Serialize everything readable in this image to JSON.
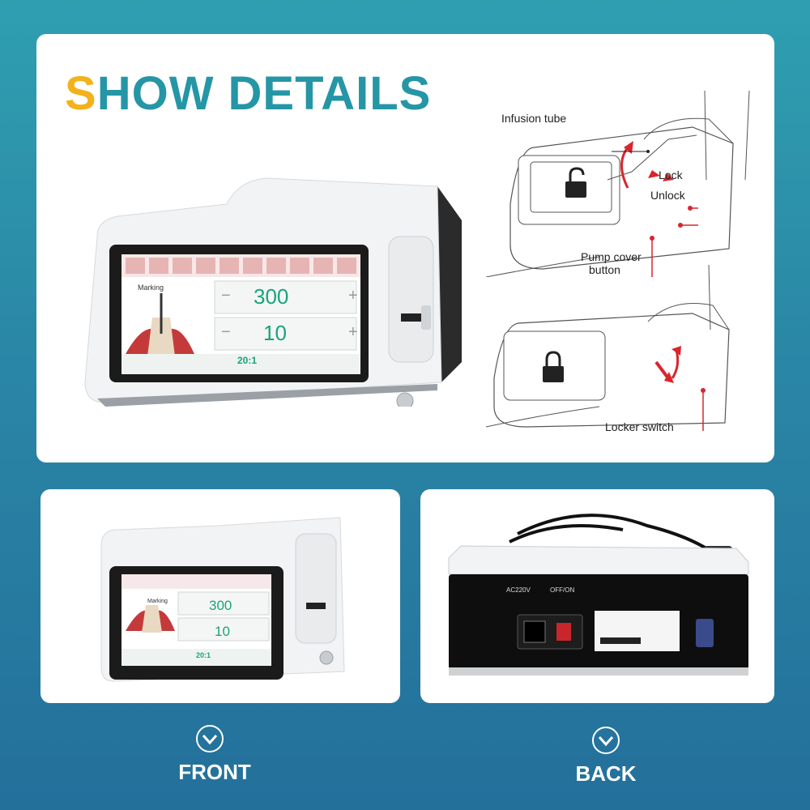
{
  "headline": {
    "first_letter": "S",
    "rest": "HOW DETAILS"
  },
  "diagram": {
    "infusion_tube": "Infusion tube",
    "lock": "Lock",
    "unlock": "Unlock",
    "pump_cover_line1": "Pump cover",
    "pump_cover_line2": "button",
    "locker_switch": "Locker switch"
  },
  "device_screen": {
    "marking": "Marking",
    "speed_value": "300",
    "torque_value": "10",
    "ratio": "20:1",
    "minus": "−",
    "plus": "+"
  },
  "back_panel": {
    "voltage": "AC220V",
    "power_switch": "OFF/ON"
  },
  "labels": {
    "front": "FRONT",
    "back": "BACK"
  },
  "colors": {
    "accent_teal": "#2596a6",
    "accent_orange": "#f3b21b",
    "screen_green": "#1aa37a",
    "pointer_red": "#d8262c"
  }
}
